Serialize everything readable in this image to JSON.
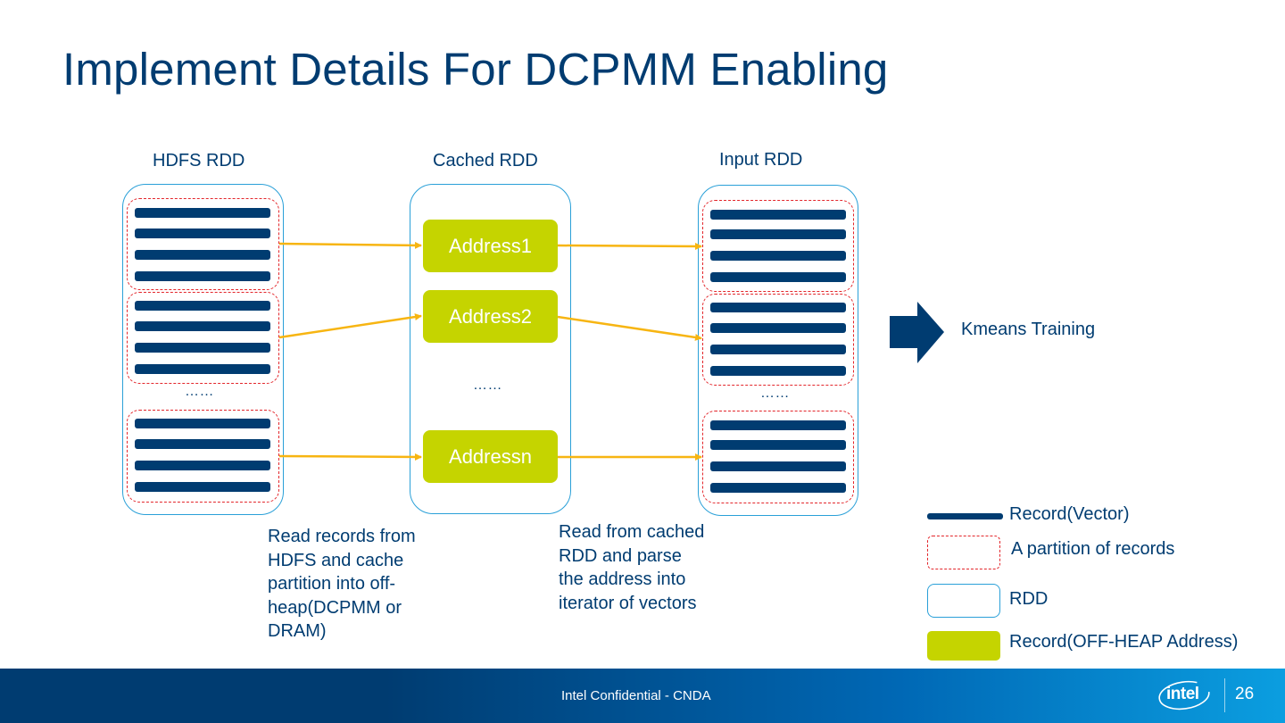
{
  "slide": {
    "title": "Implement Details For DCPMM Enabling",
    "page_number": "26"
  },
  "columns": {
    "hdfs": {
      "label": "HDFS RDD",
      "ellipsis": "……"
    },
    "cached": {
      "label": "Cached RDD",
      "ellipsis": "……",
      "addresses": [
        "Address1",
        "Address2",
        "Addressn"
      ]
    },
    "input": {
      "label": "Input RDD",
      "ellipsis": "……"
    }
  },
  "next_step": {
    "label": "Kmeans Training"
  },
  "descriptions": {
    "left": [
      "Read records from",
      "HDFS and cache",
      "partition into off-",
      "heap(DCPMM or",
      "DRAM)"
    ],
    "right": [
      "Read from cached",
      "RDD and parse",
      "the address into",
      "iterator of vectors"
    ]
  },
  "legend": [
    {
      "key": "record",
      "label": "Record(Vector)"
    },
    {
      "key": "partition",
      "label": "A partition of records"
    },
    {
      "key": "rdd",
      "label": "RDD"
    },
    {
      "key": "offheap",
      "label": "Record(OFF-HEAP Address)"
    }
  ],
  "footer": {
    "confidential": "Intel Confidential - CNDA",
    "logo_text": "intel"
  },
  "colors": {
    "primary": "#003c71",
    "rdd_border": "#2aa0d8",
    "partition_border": "#e3262b",
    "address_fill": "#c5d400",
    "arrow": "#f7b512"
  }
}
